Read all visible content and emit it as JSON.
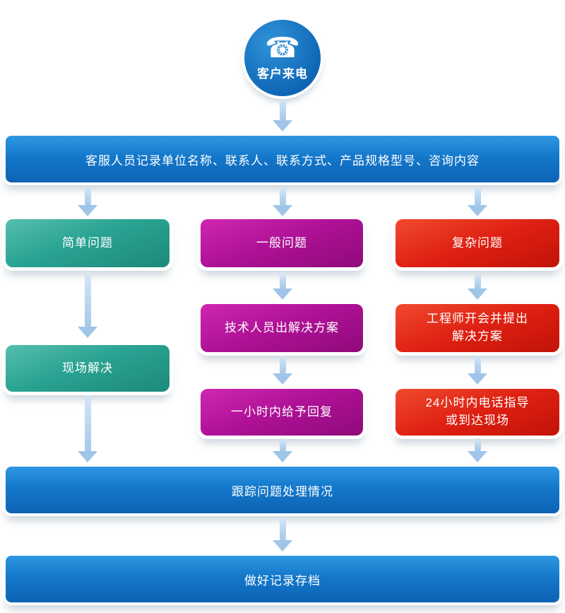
{
  "start": {
    "label": "客户来电",
    "icon": "telephone-icon"
  },
  "bars": {
    "record": "客服人员记录单位名称、联系人、联系方式、产品规格型号、咨询内容",
    "track": "跟踪问题处理情况",
    "archive": "做好记录存档"
  },
  "branches": {
    "simple": {
      "problem": "简单问题",
      "resolution": "现场解决"
    },
    "general": {
      "problem": "一般问题",
      "solution": "技术人员出解决方案",
      "reply": "一小时内给予回复"
    },
    "complex": {
      "problem": "复杂问题",
      "solution_lines": [
        "工程师开会并提出",
        "解决方案"
      ],
      "reply_lines": [
        "24小时内电话指导",
        "或到达现场"
      ]
    }
  },
  "colors": {
    "primary_blue": "#0d63b4",
    "teal": "#2aa392",
    "magenta": "#ad1095",
    "red": "#de2012",
    "arrow_blue": "#9fc5e8"
  }
}
